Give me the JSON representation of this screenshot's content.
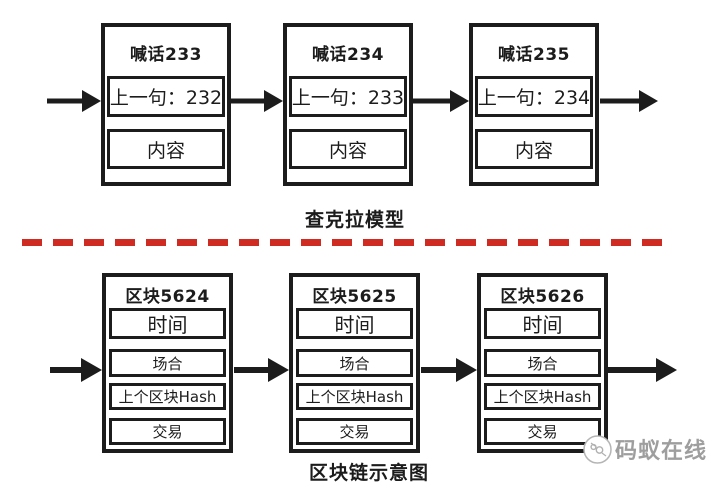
{
  "colors": {
    "ink": "#1c1c1c",
    "divider_red": "#cf2b22",
    "watermark_gray": "#9e9e9e",
    "background": "#ffffff"
  },
  "merkle_section": {
    "caption": "查克拉模型",
    "nodes": [
      {
        "title": "喊话233",
        "prev": "上一句：232",
        "content": "内容"
      },
      {
        "title": "喊话234",
        "prev": "上一句：233",
        "content": "内容"
      },
      {
        "title": "喊话235",
        "prev": "上一句：234",
        "content": "内容"
      }
    ]
  },
  "blockchain_section": {
    "caption": "区块链示意图",
    "blocks": [
      {
        "title": "区块5624",
        "fields": [
          "时间",
          "场合",
          "上个区块Hash",
          "交易"
        ]
      },
      {
        "title": "区块5625",
        "fields": [
          "时间",
          "场合",
          "上个区块Hash",
          "交易"
        ]
      },
      {
        "title": "区块5626",
        "fields": [
          "时间",
          "场合",
          "上个区块Hash",
          "交易"
        ]
      }
    ]
  },
  "watermark": {
    "text": "码蚁在线"
  }
}
